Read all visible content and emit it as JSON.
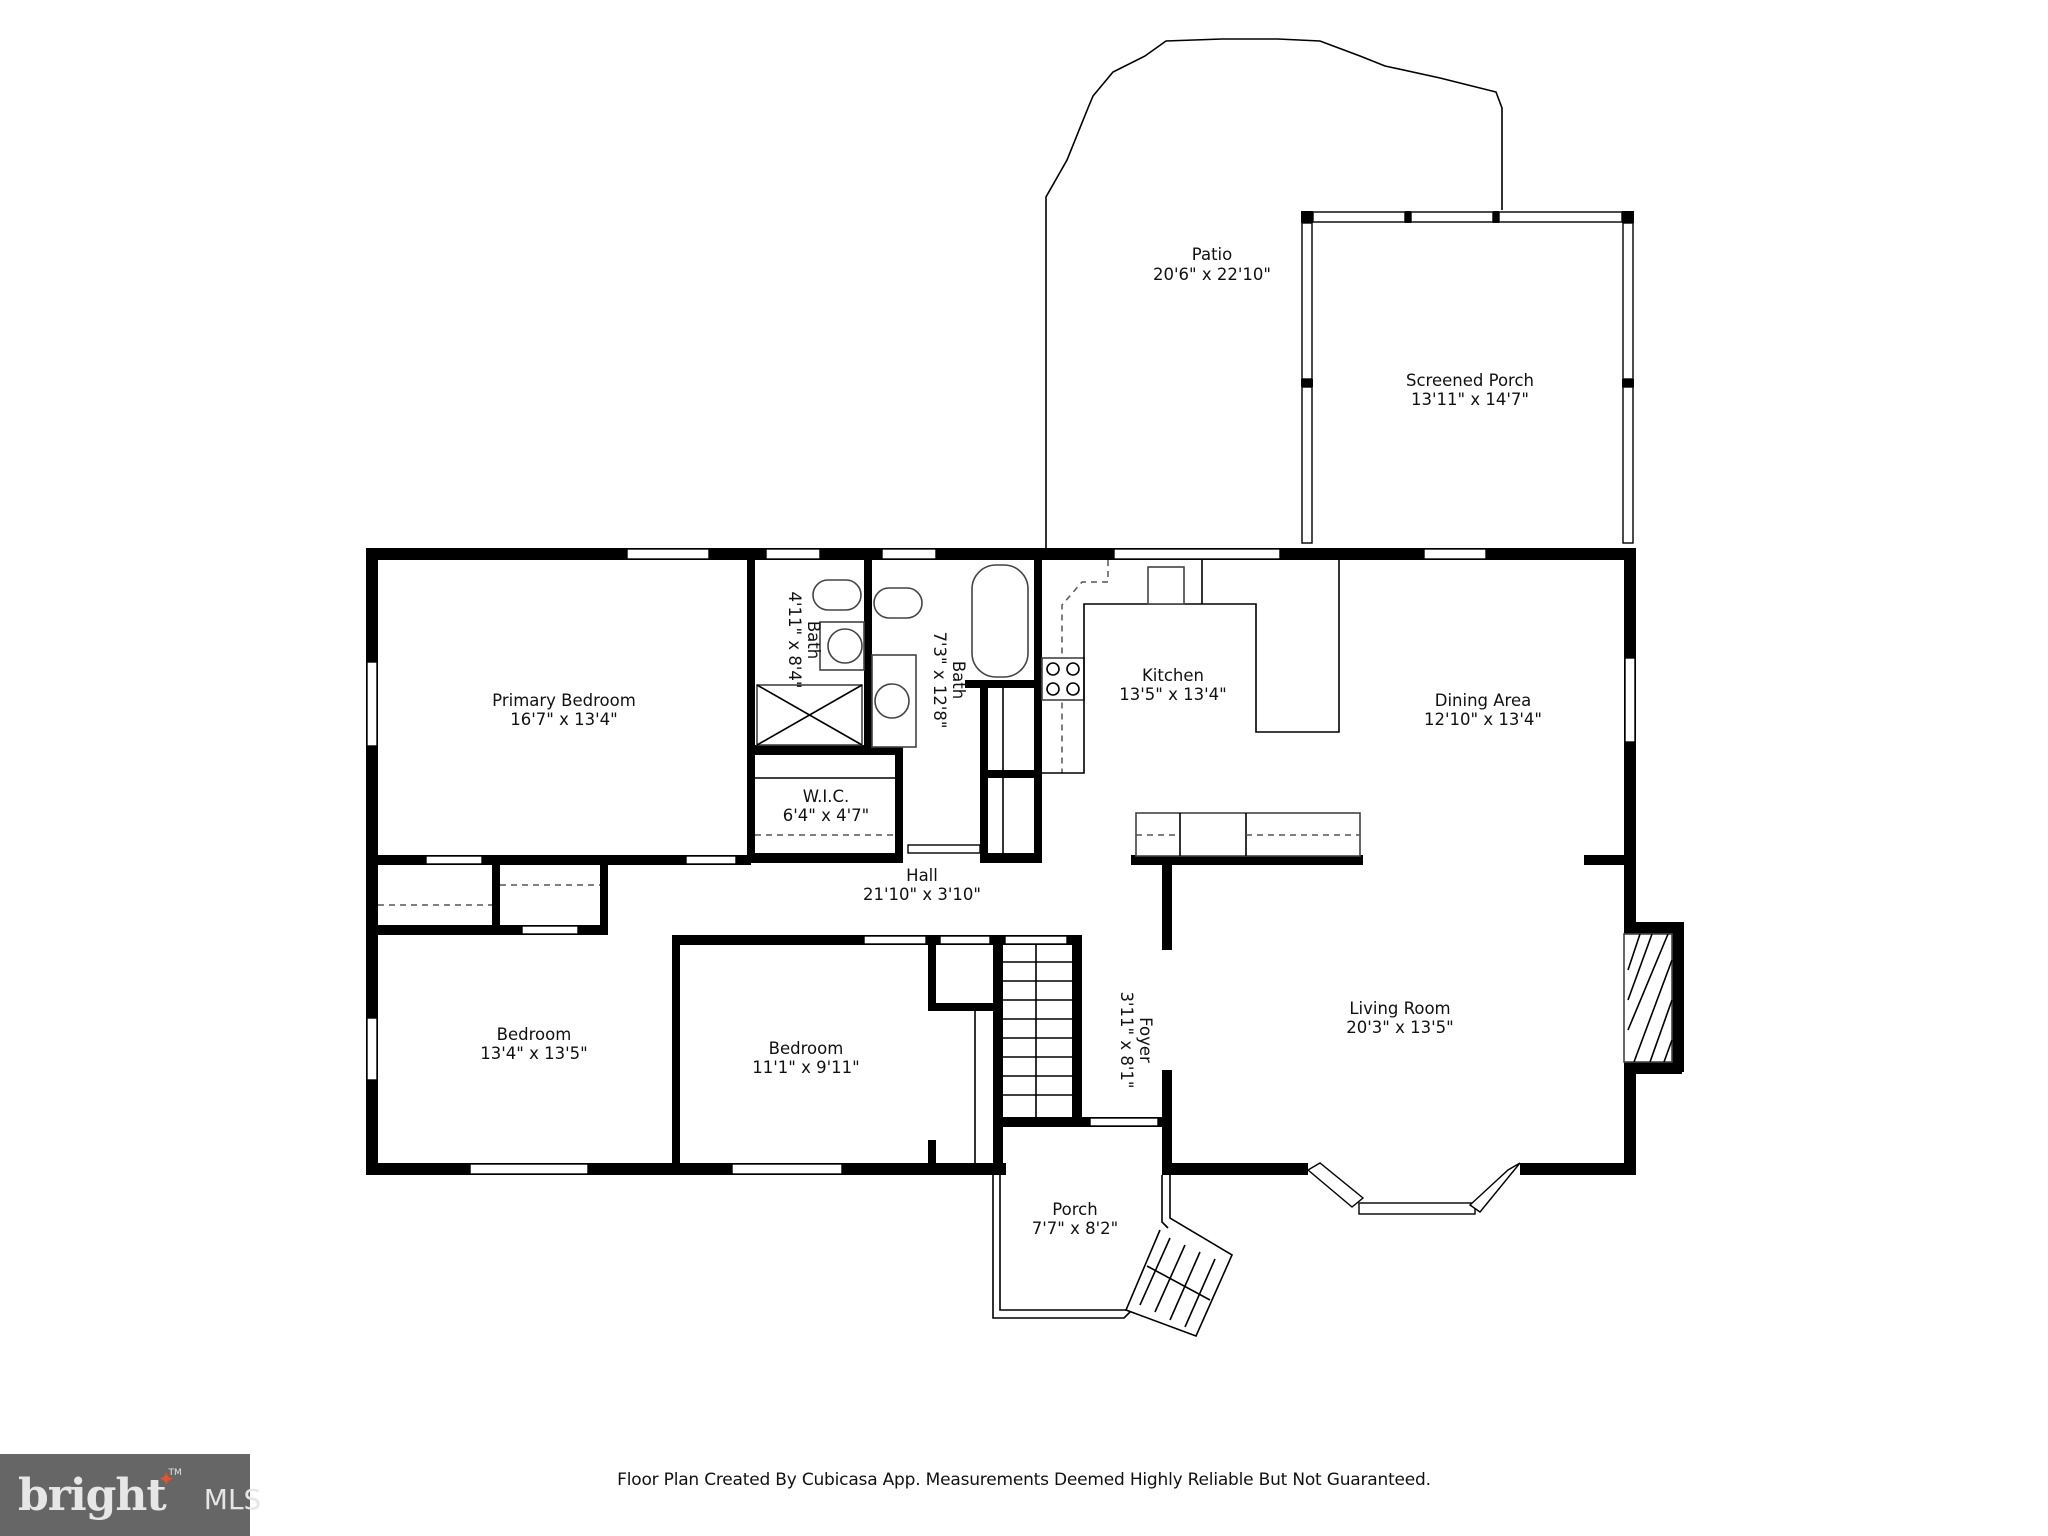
{
  "floor_plan": {
    "rooms": [
      {
        "id": "patio",
        "name": "Patio",
        "dims": "20'6\" x 22'10\""
      },
      {
        "id": "screened_porch",
        "name": "Screened Porch",
        "dims": "13'11\" x 14'7\""
      },
      {
        "id": "primary_bedroom",
        "name": "Primary Bedroom",
        "dims": "16'7\" x 13'4\""
      },
      {
        "id": "bath_primary",
        "name": "Bath",
        "dims": "4'11\" x 8'4\""
      },
      {
        "id": "bath_hall",
        "name": "Bath",
        "dims": "7'3\" x 12'8\""
      },
      {
        "id": "wic",
        "name": "W.I.C.",
        "dims": "6'4\" x 4'7\""
      },
      {
        "id": "kitchen",
        "name": "Kitchen",
        "dims": "13'5\" x 13'4\""
      },
      {
        "id": "dining_area",
        "name": "Dining Area",
        "dims": "12'10\" x 13'4\""
      },
      {
        "id": "hall",
        "name": "Hall",
        "dims": "21'10\" x 3'10\""
      },
      {
        "id": "bedroom_1",
        "name": "Bedroom",
        "dims": "13'4\" x 13'5\""
      },
      {
        "id": "bedroom_2",
        "name": "Bedroom",
        "dims": "11'1\" x 9'11\""
      },
      {
        "id": "foyer",
        "name": "Foyer",
        "dims": "3'11\" x 8'1\""
      },
      {
        "id": "living_room",
        "name": "Living Room",
        "dims": "20'3\" x 13'5\""
      },
      {
        "id": "porch",
        "name": "Porch",
        "dims": "7'7\" x 8'2\""
      }
    ]
  },
  "footer": {
    "disclaimer": "Floor Plan Created By Cubicasa App. Measurements Deemed Highly Reliable But Not Guaranteed."
  },
  "logo": {
    "word": "bright",
    "suffix": "MLS",
    "trademark": "TM",
    "accent_color": "#e5532d",
    "background_color": "#666666"
  }
}
